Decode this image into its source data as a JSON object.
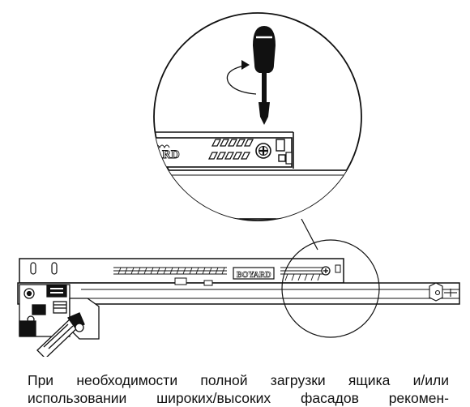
{
  "figure": {
    "brand_detail": "RD",
    "brand_rail": "BOYARD"
  },
  "caption": {
    "line1": "При необходимости полной загрузки ящика и/или",
    "line2": "использовании широких/высоких фасадов рекомен-"
  },
  "icons": [
    "screwdriver-icon",
    "rotation-arrow-icon",
    "screw-icon"
  ]
}
